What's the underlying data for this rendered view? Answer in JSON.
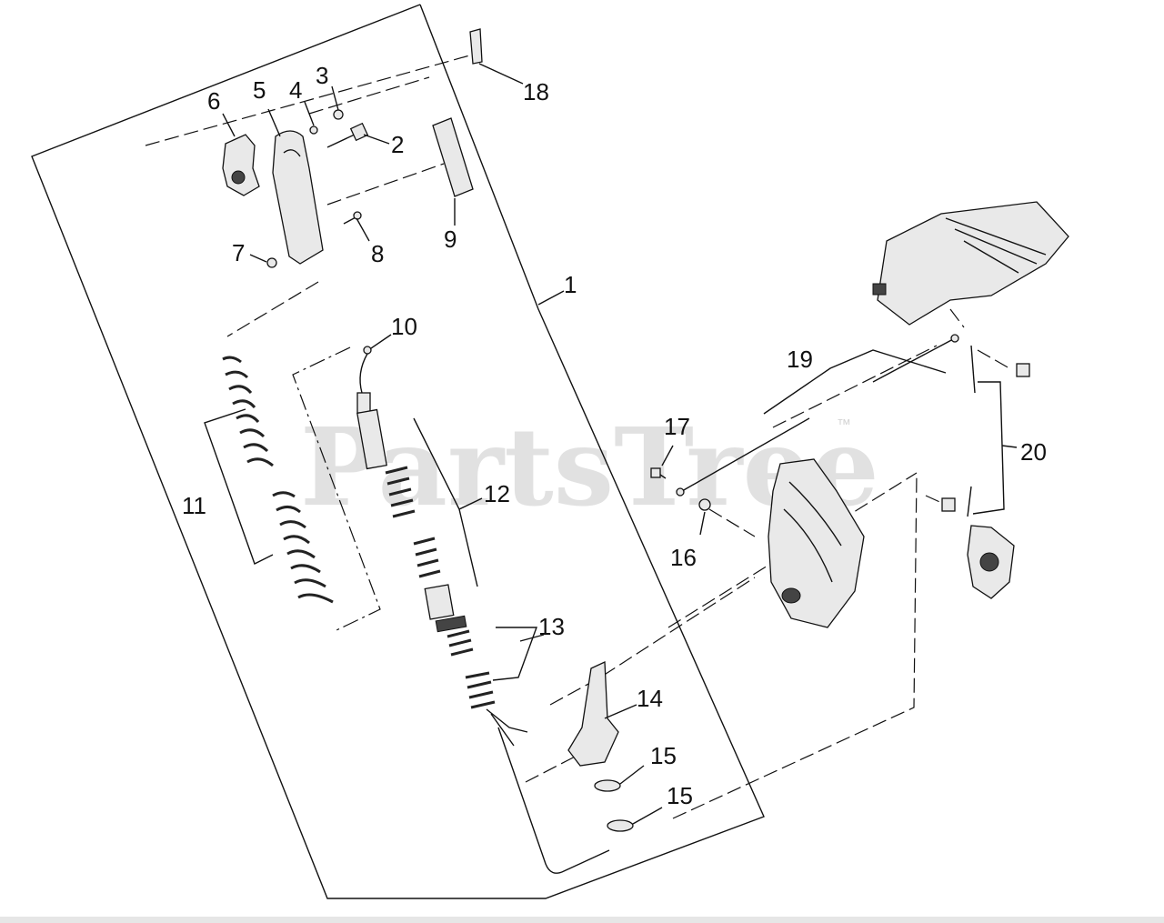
{
  "watermark": {
    "text": "PartsTree",
    "trademark": "™"
  },
  "callouts": [
    {
      "id": "1",
      "text": "1"
    },
    {
      "id": "2",
      "text": "2"
    },
    {
      "id": "3",
      "text": "3"
    },
    {
      "id": "4",
      "text": "4"
    },
    {
      "id": "5",
      "text": "5"
    },
    {
      "id": "6",
      "text": "6"
    },
    {
      "id": "7",
      "text": "7"
    },
    {
      "id": "8",
      "text": "8"
    },
    {
      "id": "9",
      "text": "9"
    },
    {
      "id": "10",
      "text": "10"
    },
    {
      "id": "11",
      "text": "11"
    },
    {
      "id": "12",
      "text": "12"
    },
    {
      "id": "13",
      "text": "13"
    },
    {
      "id": "14",
      "text": "14"
    },
    {
      "id": "15a",
      "text": "15"
    },
    {
      "id": "15b",
      "text": "15"
    },
    {
      "id": "16",
      "text": "16"
    },
    {
      "id": "17",
      "text": "17"
    },
    {
      "id": "18",
      "text": "18"
    },
    {
      "id": "19",
      "text": "19"
    },
    {
      "id": "20",
      "text": "20"
    }
  ]
}
